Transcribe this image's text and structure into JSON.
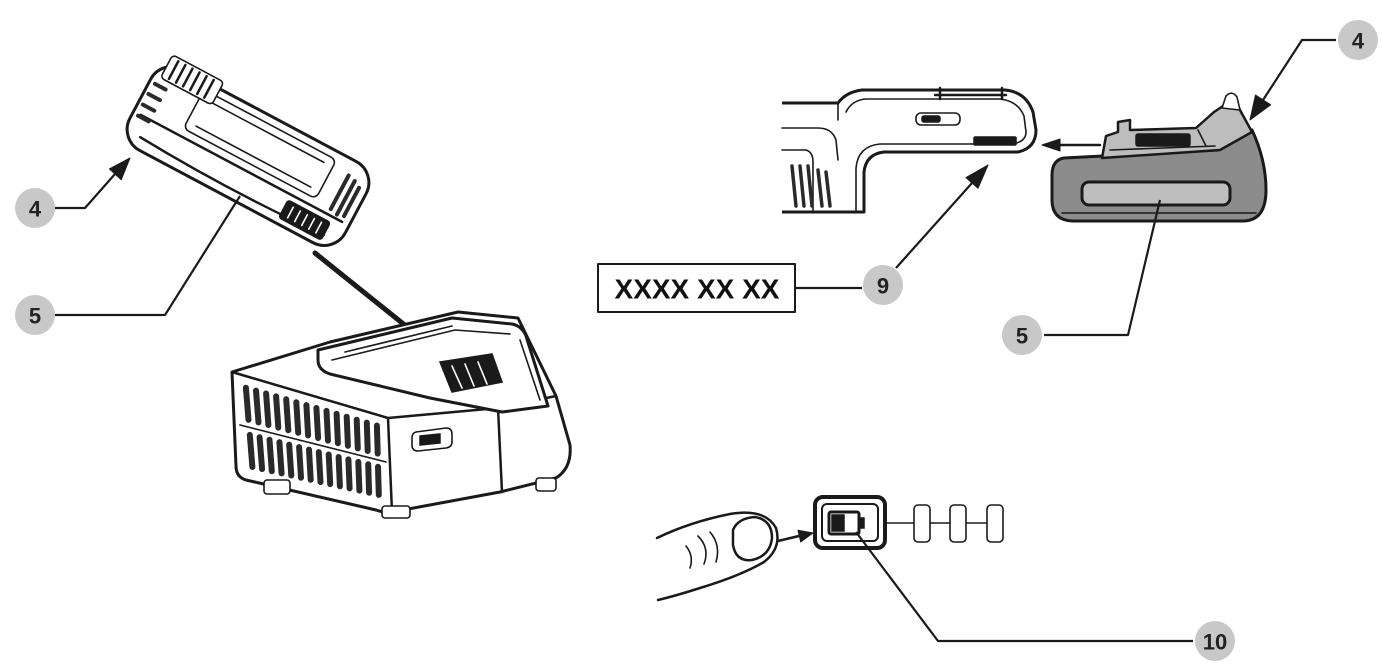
{
  "callouts": {
    "left_battery_release": "4",
    "left_battery_pack": "5",
    "right_battery_release": "4",
    "right_battery_pack": "5",
    "tool_rating_label": "9",
    "charge_indicator": "10"
  },
  "rating_label": "XXXX XX XX",
  "colors": {
    "callout_fill": "#c8c8c8",
    "ink": "#1a1a1a",
    "battery_gray": "#8c8c8c",
    "battery_light": "#bdbdbd"
  }
}
